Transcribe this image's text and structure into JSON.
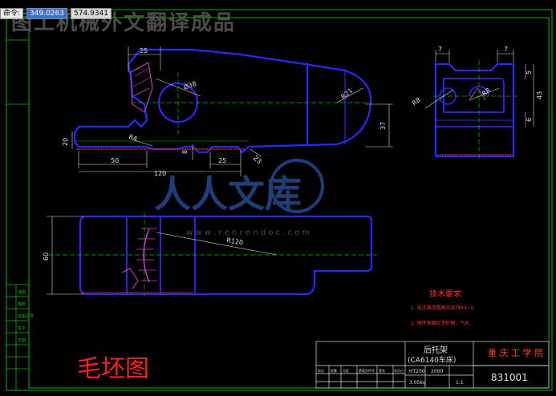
{
  "toolbar": {
    "coord_label": "命令:",
    "coord_x": "349.0263",
    "coord_y": "574.9341"
  },
  "watermarks": {
    "top_banner": "图工机械外文翻译成品",
    "logo_text": "人人文库",
    "logo_url": "w w w . r e n r e n d o c . c o m"
  },
  "dims": {
    "top_25": "25",
    "top_38": "Ø38",
    "top_r21": "R21",
    "top_20": "20",
    "top_r4": "R4",
    "top_8": "8",
    "top_37": "37",
    "top_z3": "Z3",
    "bot_50": "50",
    "bot_25": "25",
    "bot_120": "120",
    "right_7a": "7",
    "right_7b": "7",
    "right_5": "5",
    "right_43": "43",
    "right_6": "6",
    "right_r8a": "R8",
    "right_r8b": "R8",
    "side_60": "60",
    "side_r120": "R120"
  },
  "notes": {
    "heading": "技术要求",
    "line1": "1. 未注铸造圆角半径为R3~5",
    "line2": "2. 铸件表面应无砂眼、气孔"
  },
  "title_block": {
    "part_name": "后托架",
    "part_sub": "(CA6140车床)",
    "school": "重 庆 工 学 院",
    "drawing_no": "831001",
    "material": "HT200",
    "weight": "3.05kg",
    "scale": "1:1",
    "qty": "2000",
    "small_labels": [
      "标记",
      "处数",
      "分区",
      "更改文件号",
      "签名",
      "年月日"
    ]
  },
  "drawing_caption": "毛坯图",
  "left_frame_labels": [
    "描图",
    "描校",
    "底图总号",
    "签字",
    "日期"
  ],
  "colors": {
    "background": "#000000",
    "outline": "#1a1aff",
    "frame": "#00c000",
    "dimension": "#e0e0e0",
    "hatch": "#d040d0",
    "caption": "#ff2020",
    "center": "#00c000"
  }
}
